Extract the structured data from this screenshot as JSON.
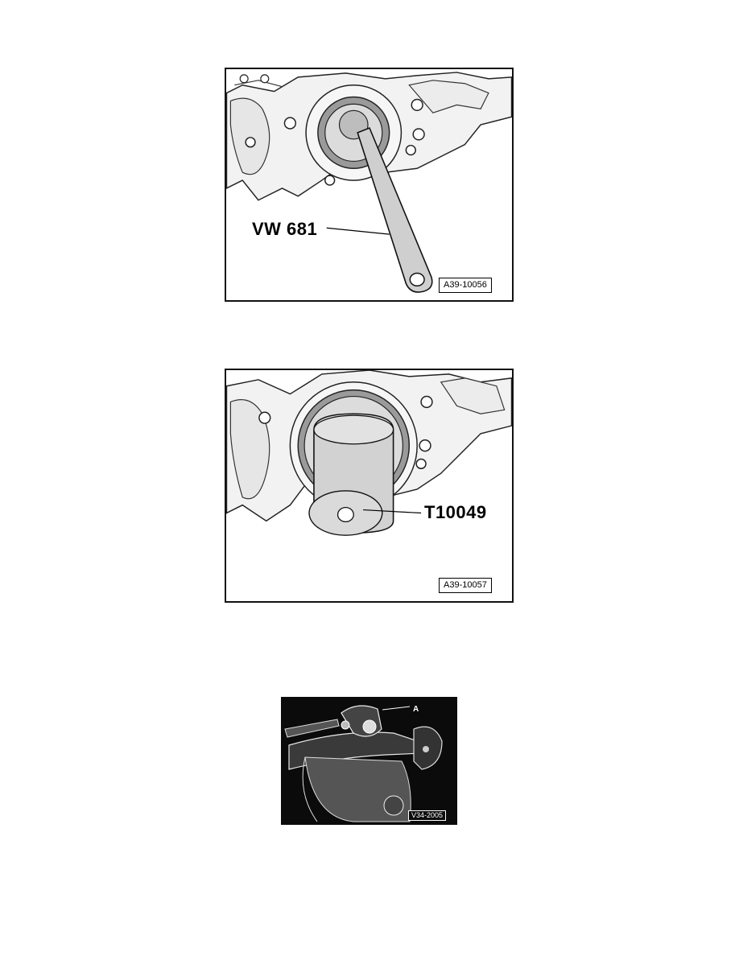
{
  "figures": [
    {
      "callout": "VW 681",
      "reference": "A39-10056"
    },
    {
      "callout": "T10049",
      "reference": "A39-10057"
    },
    {
      "callout": "A",
      "reference": "V34-2005"
    }
  ]
}
